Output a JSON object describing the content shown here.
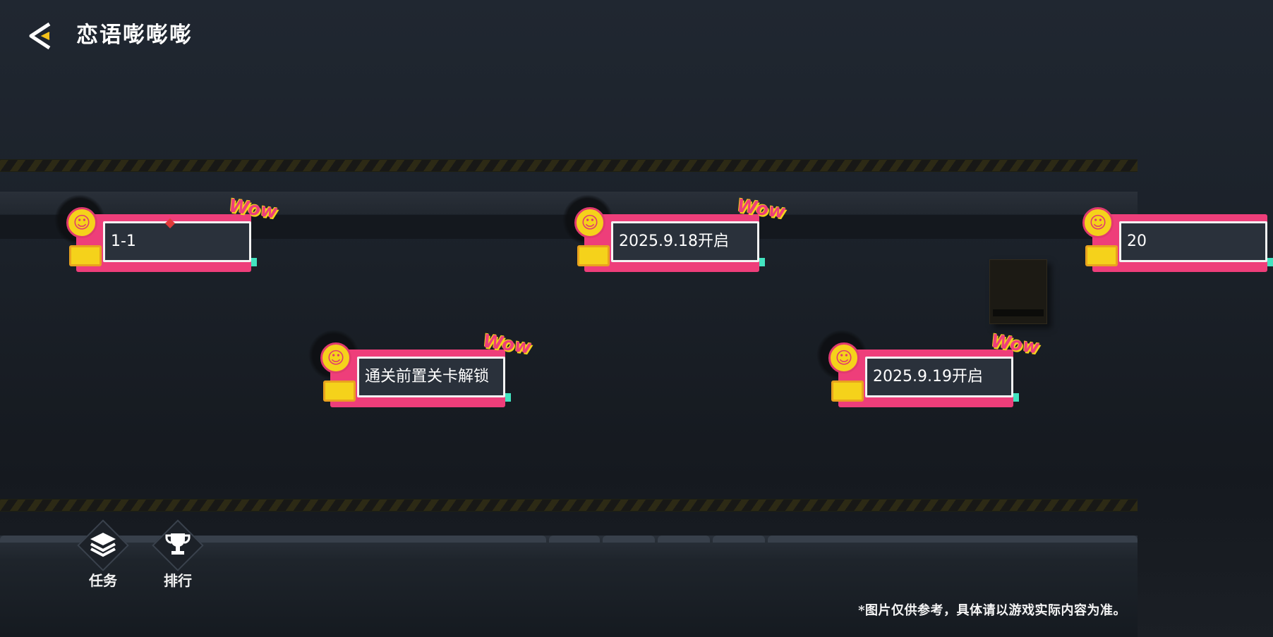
{
  "header": {
    "title": "恋语嘭嘭嘭",
    "back_icon": "back-arrow-icon"
  },
  "levels": [
    {
      "label": "1-1",
      "badge": "Wow"
    },
    {
      "label": "2025.9.18开启",
      "badge": "Wow"
    },
    {
      "label": "通关前置关卡解锁",
      "badge": "Wow"
    },
    {
      "label": "2025.9.19开启",
      "badge": "Wow"
    },
    {
      "label": "20",
      "badge": ""
    }
  ],
  "menu": [
    {
      "label": "任务",
      "icon": "layers-icon"
    },
    {
      "label": "排行",
      "icon": "trophy-icon"
    }
  ],
  "footer": {
    "disclaimer": "*图片仅供参考，具体请以游戏实际内容为准。"
  },
  "colors": {
    "card_pink": "#ee3e7a",
    "card_teal": "#43e4c0",
    "smiley_yellow": "#f5d21b",
    "background": "#1b2129"
  }
}
